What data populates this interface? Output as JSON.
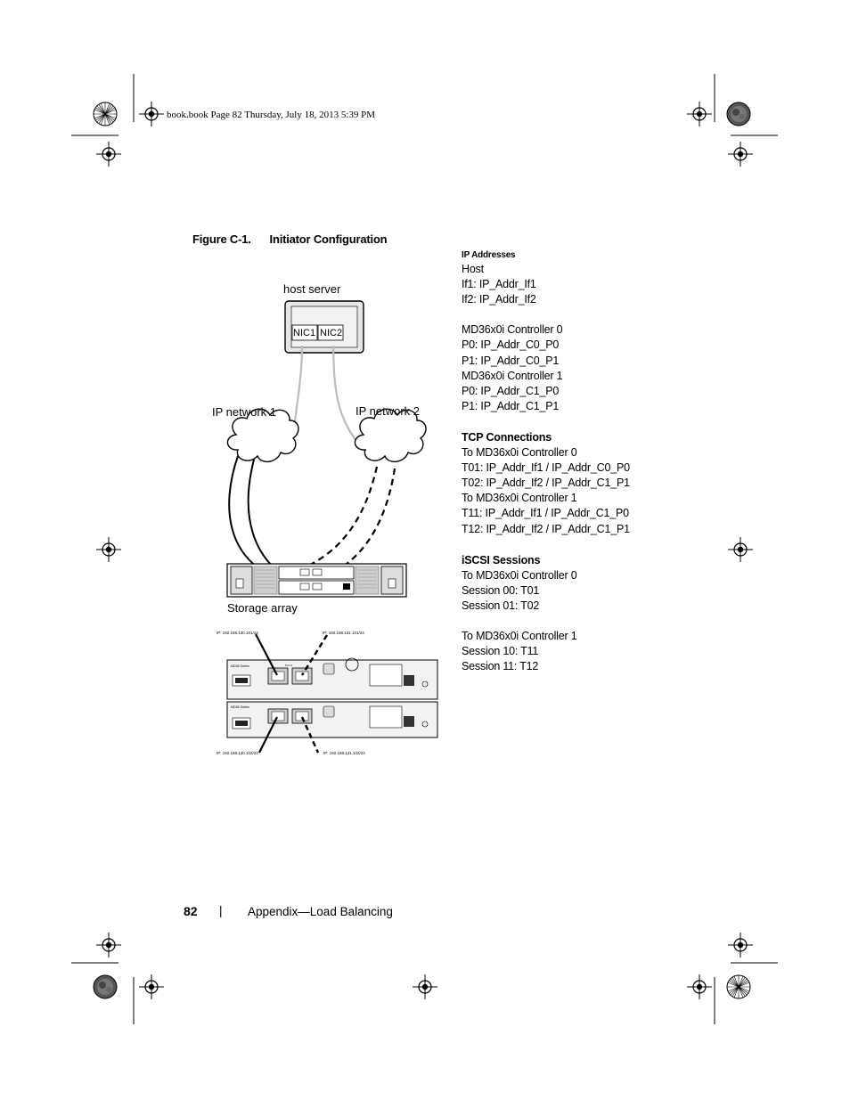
{
  "header": {
    "print_info": "book.book  Page 82  Thursday, July 18, 2013  5:39 PM"
  },
  "figure": {
    "caption_number": "Figure C-1.",
    "caption_title": "Initiator Configuration",
    "labels": {
      "host_server": "host server",
      "nic1": "NIC1",
      "nic2": "NIC2",
      "ip_network_1": "IP network 1",
      "ip_network_2": "IP network 2",
      "storage_array": "Storage array"
    },
    "controller_ips": {
      "top_left": "IP: 192.168.130.101/24",
      "top_right": "IP: 192.168.131.101/24",
      "bottom_left": "IP: 192.168.130.102/24",
      "bottom_right": "IP: 192.168.131.102/24"
    },
    "controller_panel_text": {
      "series": "MD36 Series",
      "port_label": "Port 0"
    }
  },
  "ip_addresses": {
    "title": "IP Addresses",
    "lines_host": [
      "Host",
      "If1: IP_Addr_If1",
      "If2: IP_Addr_If2"
    ],
    "lines_controllers": [
      "MD36x0i Controller 0",
      "P0: IP_Addr_C0_P0",
      "P1: IP_Addr_C0_P1",
      "MD36x0i Controller 1",
      "P0: IP_Addr_C1_P0",
      "P1: IP_Addr_C1_P1"
    ]
  },
  "tcp_connections": {
    "title": "TCP Connections",
    "lines": [
      "To MD36x0i Controller 0",
      "T01: IP_Addr_If1 / IP_Addr_C0_P0",
      "T02: IP_Addr_If2 / IP_Addr_C1_P1",
      "To MD36x0i Controller 1",
      "T11: IP_Addr_If1 / IP_Addr_C1_P0",
      "T12: IP_Addr_If2 / IP_Addr_C1_P1"
    ]
  },
  "iscsi_sessions": {
    "title": "iSCSI Sessions",
    "lines_c0": [
      "To MD36x0i Controller 0",
      "Session 00: T01",
      "Session 01: T02"
    ],
    "lines_c1": [
      "To MD36x0i Controller 1",
      "Session 10: T11",
      "Session 11: T12"
    ]
  },
  "footer": {
    "page_number": "82",
    "separator": "|",
    "section": "Appendix—Load Balancing"
  }
}
